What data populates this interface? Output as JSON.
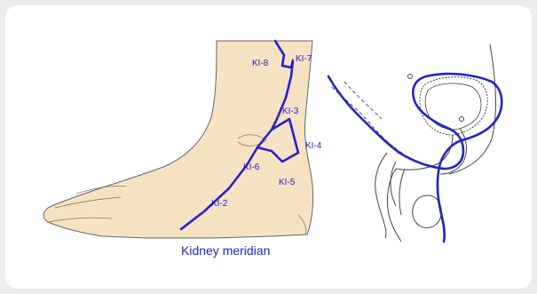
{
  "caption": "Kidney meridian",
  "points": {
    "ki8": "KI-8",
    "ki7": "KI-7",
    "ki3": "KI-3",
    "ki4": "KI-4",
    "ki6": "KI-6",
    "ki5": "KI-5",
    "ki2": "KI-2"
  },
  "colors": {
    "meridian": "#2323c8",
    "skin": "#f5e2c3",
    "outline": "#555555",
    "background": "#ffffff"
  }
}
